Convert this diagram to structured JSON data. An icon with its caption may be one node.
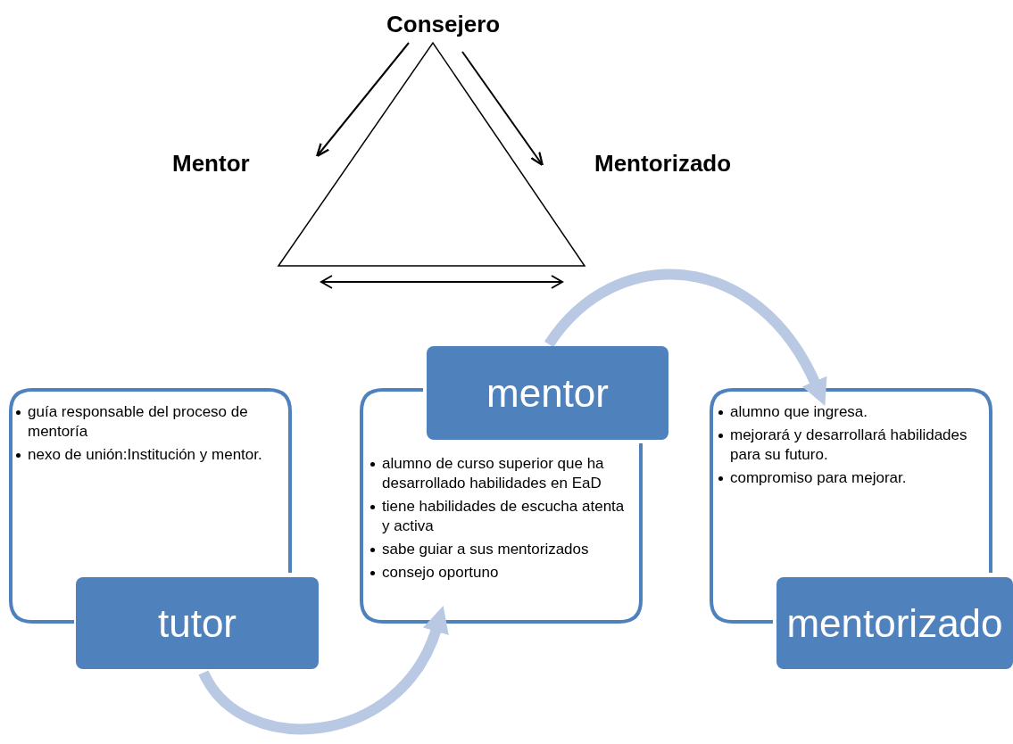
{
  "diagram": {
    "nodes": [
      {
        "text": [
          "Consejero"
        ]
      },
      {
        "text": [
          "Mentor"
        ]
      },
      {
        "text": [
          "Mentorizado"
        ]
      },
      {
        "text": [
          "guía responsable del proceso de mentoría",
          "nexo de unión:Institución y mentor."
        ]
      },
      {
        "text": [
          "tutor"
        ]
      },
      {
        "text": [
          "alumno de curso superior que ha desarrollado habilidades en EaD",
          "tiene habilidades de escucha atenta y activa",
          "sabe guiar a sus mentorizados",
          "consejo oportuno"
        ]
      },
      {
        "text": [
          "mentor"
        ]
      },
      {
        "text": [
          "alumno que ingresa.",
          "mejorará y desarrollará habilidades para su futuro.",
          "compromiso para mejorar."
        ]
      },
      {
        "text": [
          "mentorizado"
        ]
      }
    ],
    "edges": [
      {
        "from": 0,
        "to": 1,
        "arrow": "to"
      },
      {
        "from": 0,
        "to": 2,
        "arrow": "to"
      },
      {
        "from": 4,
        "to": 5,
        "arrow": "to",
        "style": "thick",
        "color": "#b9c9e4"
      },
      {
        "from": 6,
        "to": 7,
        "arrow": "to",
        "style": "thick",
        "color": "#b9c9e4"
      }
    ]
  }
}
